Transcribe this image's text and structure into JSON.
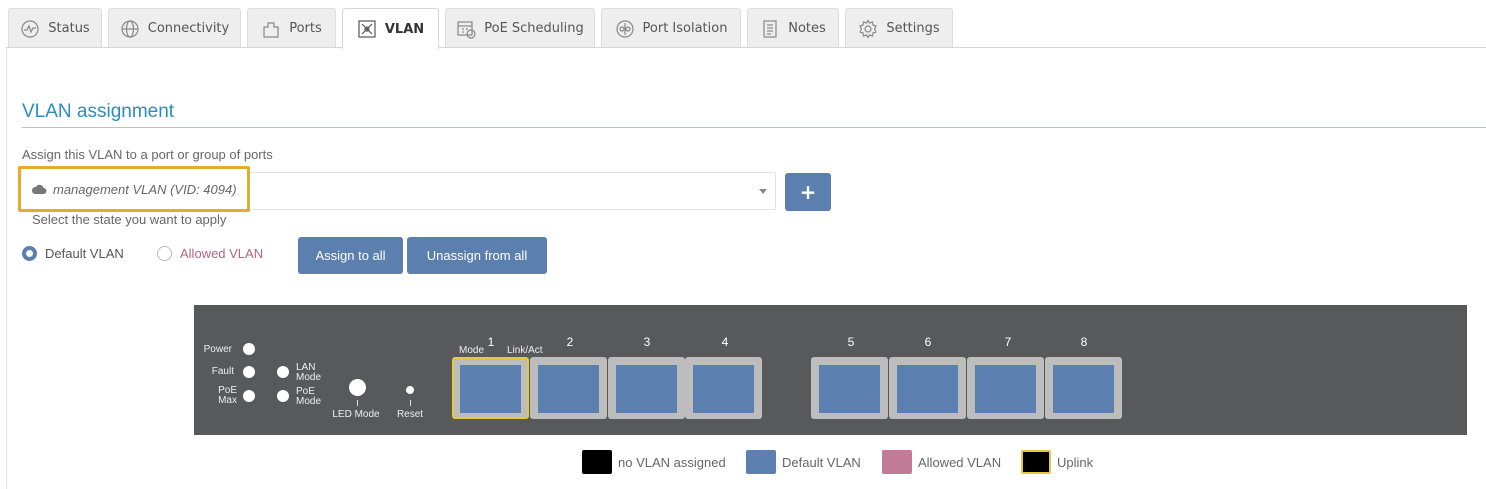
{
  "tabs": [
    {
      "label": "Status",
      "icon": "pulse-icon"
    },
    {
      "label": "Connectivity",
      "icon": "globe-icon"
    },
    {
      "label": "Ports",
      "icon": "ports-icon"
    },
    {
      "label": "VLAN",
      "icon": "vlan-icon",
      "active": true
    },
    {
      "label": "PoE Scheduling",
      "icon": "calendar-icon"
    },
    {
      "label": "Port Isolation",
      "icon": "isolation-icon"
    },
    {
      "label": "Notes",
      "icon": "notes-icon"
    },
    {
      "label": "Settings",
      "icon": "gear-icon"
    }
  ],
  "section": {
    "title": "VLAN assignment",
    "assign_hint": "Assign this VLAN to a port or group of ports",
    "state_hint": "Select the state you want to apply"
  },
  "vlan_select": {
    "value": "management VLAN (VID: 4094)",
    "icon": "cloud-icon"
  },
  "add_button": {
    "label": "+"
  },
  "states": {
    "default": "Default VLAN",
    "allowed": "Allowed VLAN",
    "selected": "default"
  },
  "actions": {
    "assign_all": "Assign to all",
    "unassign_all": "Unassign from all"
  },
  "device": {
    "led_labels": {
      "power": "Power",
      "fault": "Fault",
      "poe_max_1": "PoE",
      "poe_max_2": "Max",
      "lan_mode_1": "LAN",
      "lan_mode_2": "Mode",
      "poe_mode_1": "PoE",
      "poe_mode_2": "Mode",
      "led_mode": "LED Mode",
      "reset": "Reset",
      "mode": "Mode",
      "link_act": "Link/Act"
    },
    "ports": [
      {
        "number": "1",
        "state": "default",
        "uplink": true
      },
      {
        "number": "2",
        "state": "default",
        "uplink": false
      },
      {
        "number": "3",
        "state": "default",
        "uplink": false
      },
      {
        "number": "4",
        "state": "default",
        "uplink": false
      },
      {
        "number": "5",
        "state": "default",
        "uplink": false
      },
      {
        "number": "6",
        "state": "default",
        "uplink": false
      },
      {
        "number": "7",
        "state": "default",
        "uplink": false
      },
      {
        "number": "8",
        "state": "default",
        "uplink": false
      }
    ]
  },
  "legend": {
    "none": {
      "label": "no VLAN assigned",
      "color": "#000000"
    },
    "default": {
      "label": "Default VLAN",
      "color": "#5b7fae"
    },
    "allowed": {
      "label": "Allowed VLAN",
      "color": "#c17b94"
    },
    "uplink": {
      "label": "Uplink",
      "color": "#000000",
      "border": "#e5c93a"
    }
  },
  "colors": {
    "accent": "#5b7fae",
    "title": "#2a8dbf",
    "highlight": "#e4ac2c",
    "allowed_text": "#b5647f",
    "device_bg": "#58595b"
  }
}
